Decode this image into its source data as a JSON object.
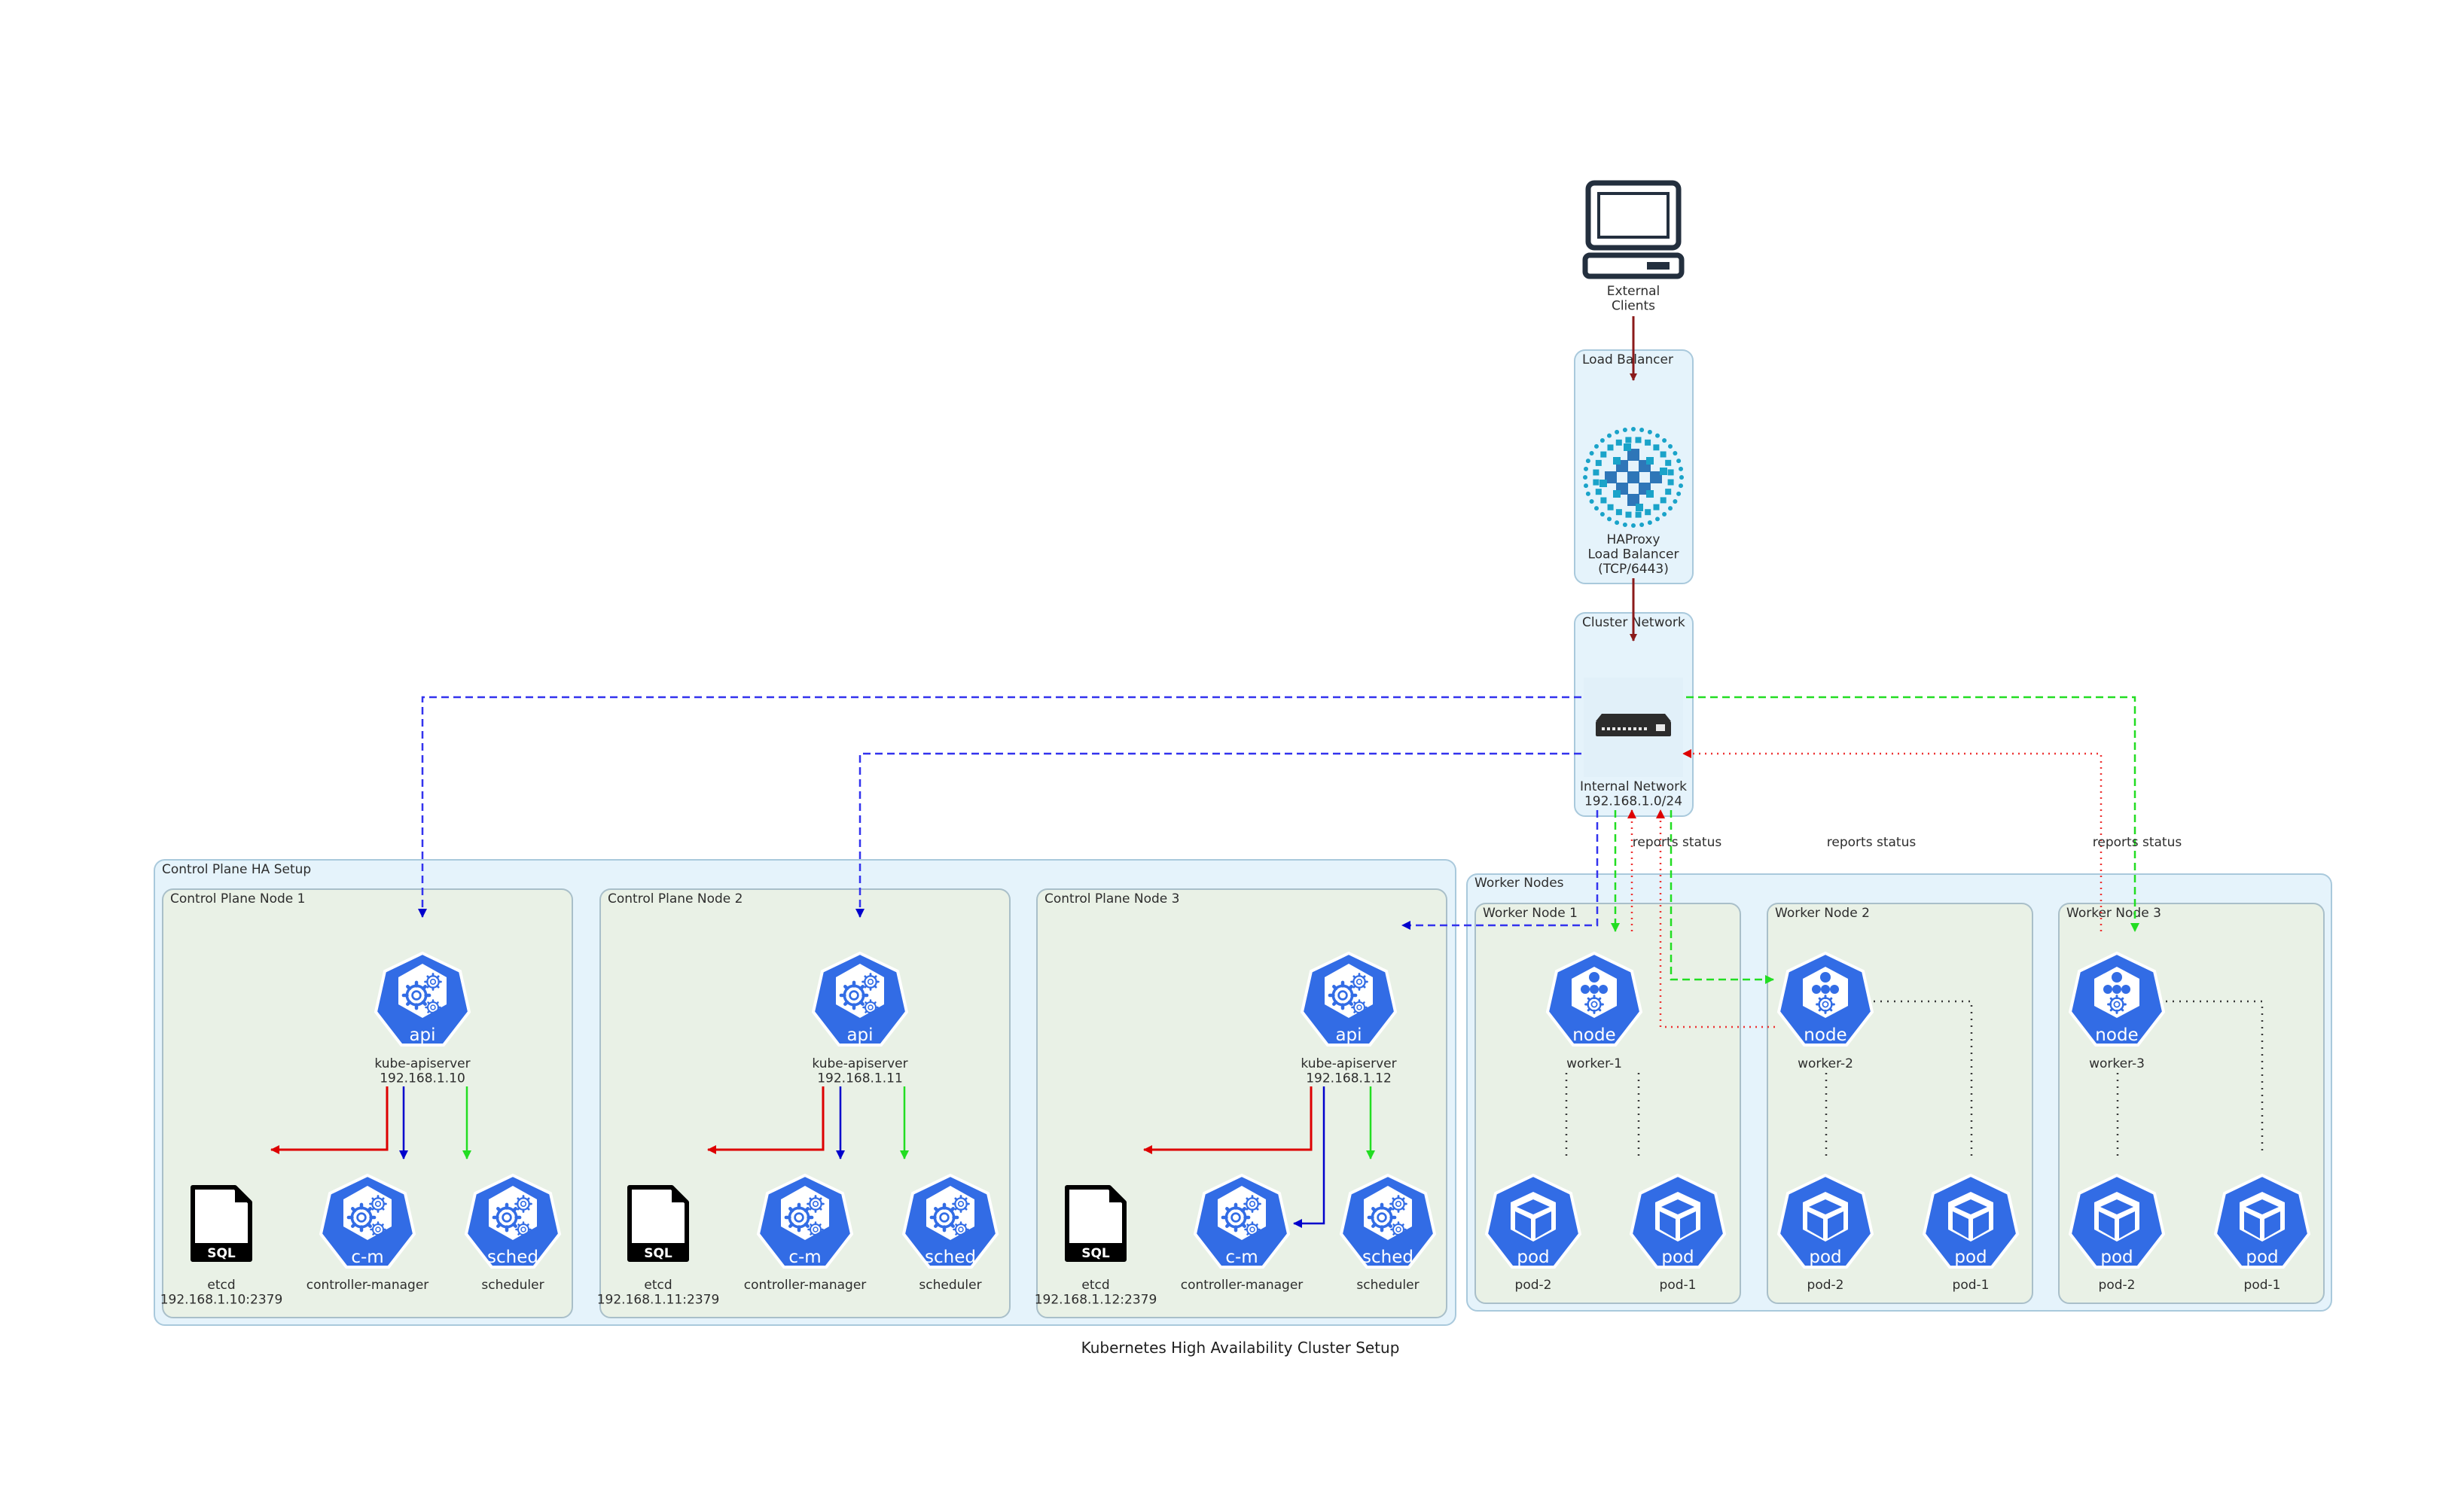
{
  "title": "Kubernetes High Availability Cluster Setup",
  "colors": {
    "k8s_blue": "#326ce5",
    "cluster_outer_fill": "#e5f3fb",
    "cluster_inner_fill": "#e9f1e6",
    "edge_dark_red": "#8b1a1a",
    "edge_blue": "#0000cc",
    "edge_red": "#dd0000",
    "edge_green": "#22dd22",
    "edge_blue_dashed": "#3333ee",
    "edge_red_dotted": "#ee3333",
    "haproxy_teal": "#1aa3c9"
  },
  "external": {
    "label": "External\nClients",
    "icon": "computer-icon"
  },
  "load_balancer": {
    "cluster_label": "Load Balancer",
    "node_label": "HAProxy\nLoad Balancer\n(TCP/6443)",
    "icon": "haproxy-icon"
  },
  "cluster_network": {
    "cluster_label": "Cluster Network",
    "node_label": "Internal Network\n192.168.1.0/24",
    "icon": "network-switch-icon"
  },
  "control_plane": {
    "cluster_label": "Control Plane HA Setup",
    "nodes": [
      {
        "cluster_label": "Control Plane Node 1",
        "api_label": "kube-apiserver\n192.168.1.10",
        "etcd_label": "etcd\n192.168.1.10:2379",
        "cm_label": "controller-manager",
        "sched_label": "scheduler"
      },
      {
        "cluster_label": "Control Plane Node 2",
        "api_label": "kube-apiserver\n192.168.1.11",
        "etcd_label": "etcd\n192.168.1.11:2379",
        "cm_label": "controller-manager",
        "sched_label": "scheduler"
      },
      {
        "cluster_label": "Control Plane Node 3",
        "api_label": "kube-apiserver\n192.168.1.12",
        "etcd_label": "etcd\n192.168.1.12:2379",
        "cm_label": "controller-manager",
        "sched_label": "scheduler"
      }
    ],
    "icon_text": {
      "api": "api",
      "cm": "c-m",
      "sched": "sched",
      "sql": "SQL"
    }
  },
  "workers": {
    "cluster_label": "Worker Nodes",
    "nodes": [
      {
        "cluster_label": "Worker Node 1",
        "node_label": "worker-1",
        "pods": [
          "pod-2",
          "pod-1"
        ]
      },
      {
        "cluster_label": "Worker Node 2",
        "node_label": "worker-2",
        "pods": [
          "pod-2",
          "pod-1"
        ]
      },
      {
        "cluster_label": "Worker Node 3",
        "node_label": "worker-3",
        "pods": [
          "pod-2",
          "pod-1"
        ]
      }
    ],
    "icon_text": {
      "node": "node",
      "pod": "pod"
    }
  },
  "edge_labels": [
    "reports status",
    "reports status",
    "reports status"
  ]
}
